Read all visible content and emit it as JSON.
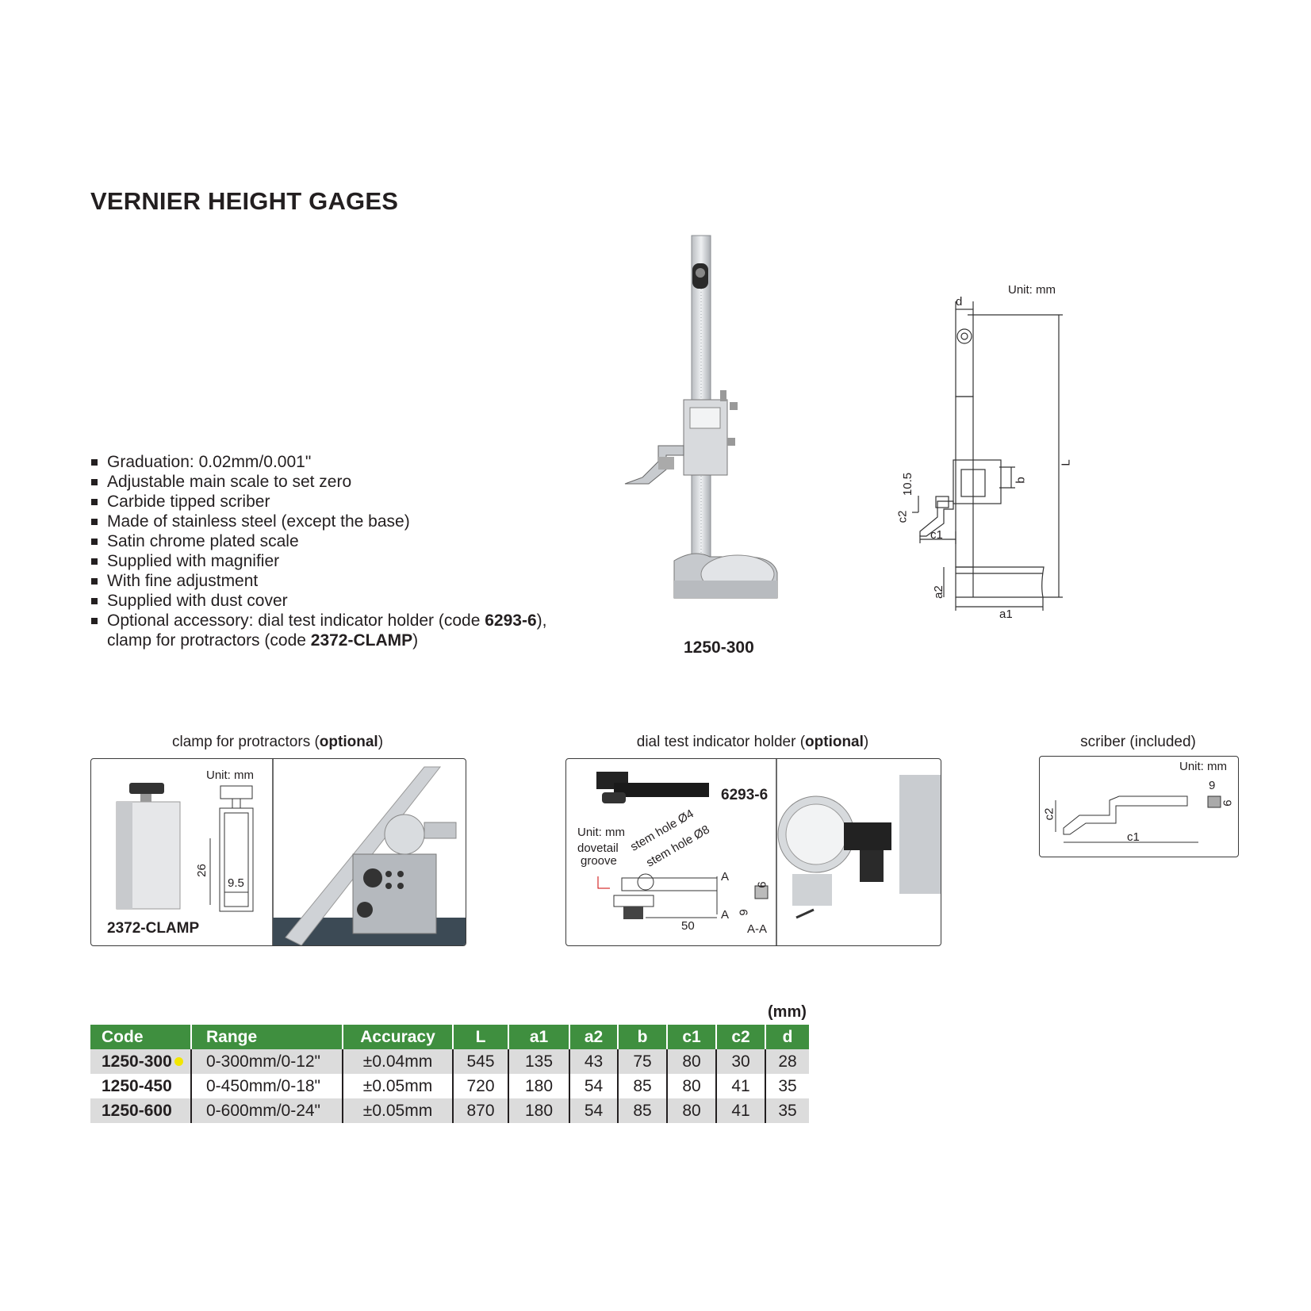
{
  "title": "VERNIER HEIGHT GAGES",
  "features": [
    {
      "text": "Graduation: 0.02mm/0.001\""
    },
    {
      "text": "Adjustable main scale to set zero"
    },
    {
      "text": "Carbide tipped scriber"
    },
    {
      "text": "Made of stainless steel (except the base)"
    },
    {
      "text": "Satin chrome plated scale"
    },
    {
      "text": "Supplied with magnifier"
    },
    {
      "text": "With fine adjustment"
    },
    {
      "text": "Supplied with dust cover"
    },
    {
      "pre": "Optional accessory: dial test indicator holder (code ",
      "code1": "6293-6",
      "mid": "),",
      "pre2": "clamp for protractors (code ",
      "code2": "2372-CLAMP",
      "post": ")"
    }
  ],
  "photo": {
    "label": "1250-300"
  },
  "drawing": {
    "unit": "Unit: mm",
    "labels": {
      "d": "d",
      "L": "L",
      "b": "b",
      "c2": "c2",
      "v105": "10.5",
      "c1": "c1",
      "a2": "a2",
      "a1": "a1"
    }
  },
  "clamp": {
    "caption_pre": "clamp for protractors (",
    "caption_bold": "optional",
    "caption_post": ")",
    "unit": "Unit: mm",
    "code": "2372-CLAMP",
    "dim1": "26",
    "dim2": "9.5"
  },
  "holder": {
    "caption_pre": "dial test indicator holder (",
    "caption_bold": "optional",
    "caption_post": ")",
    "code": "6293-6",
    "unit": "Unit: mm",
    "dovetail": "dovetail",
    "groove": "groove",
    "stem4": "stem hole Ø4",
    "stem8": "stem hole Ø8",
    "dim50": "50",
    "dim9a": "9",
    "dim9b": "9",
    "secA": "A",
    "secA2": "A",
    "secAA": "A-A"
  },
  "scriber": {
    "caption": "scriber (included)",
    "unit": "Unit: mm",
    "dim9a": "9",
    "dim9b": "9",
    "c2": "c2",
    "c1": "c1"
  },
  "table": {
    "unit": "(mm)",
    "headers": [
      "Code",
      "Range",
      "Accuracy",
      "L",
      "a1",
      "a2",
      "b",
      "c1",
      "c2",
      "d"
    ],
    "rows": [
      [
        "1250-300",
        "0-300mm/0-12\"",
        "±0.04mm",
        "545",
        "135",
        "43",
        "75",
        "80",
        "30",
        "28"
      ],
      [
        "1250-450",
        "0-450mm/0-18\"",
        "±0.05mm",
        "720",
        "180",
        "54",
        "85",
        "80",
        "41",
        "35"
      ],
      [
        "1250-600",
        "0-600mm/0-24\"",
        "±0.05mm",
        "870",
        "180",
        "54",
        "85",
        "80",
        "41",
        "35"
      ]
    ],
    "highlight_color": "#f2e600",
    "header_color": "#3f8f3f"
  }
}
